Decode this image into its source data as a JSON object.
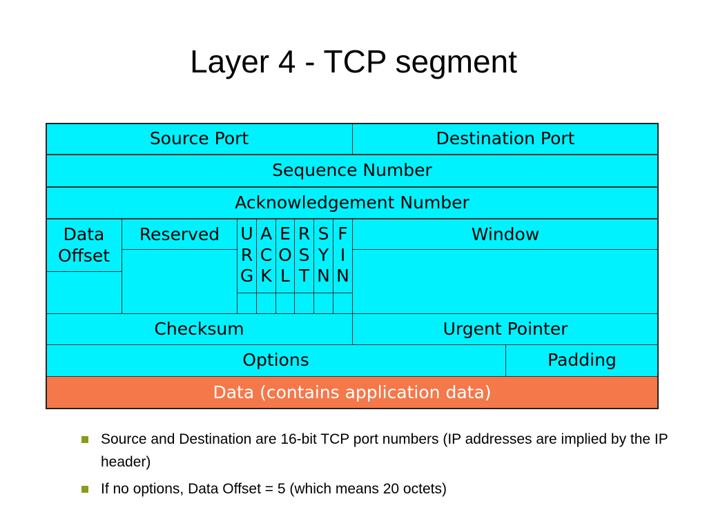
{
  "title": "Layer 4 - TCP segment",
  "diagram": {
    "rows": {
      "source_port": "Source Port",
      "destination_port": "Destination Port",
      "sequence_number": "Sequence Number",
      "acknowledgement_number": "Acknowledgement Number",
      "data_offset": "Data Offset",
      "reserved": "Reserved",
      "window": "Window",
      "checksum": "Checksum",
      "urgent_pointer": "Urgent Pointer",
      "options": "Options",
      "padding": "Padding",
      "data": "Data (contains application data)"
    },
    "flags": [
      {
        "letters": [
          "U",
          "R",
          "G"
        ]
      },
      {
        "letters": [
          "A",
          "C",
          "K"
        ]
      },
      {
        "letters": [
          "E",
          "O",
          "L"
        ]
      },
      {
        "letters": [
          "R",
          "S",
          "T"
        ]
      },
      {
        "letters": [
          "S",
          "Y",
          "N"
        ]
      },
      {
        "letters": [
          "F",
          "I",
          "N"
        ]
      }
    ]
  },
  "colors": {
    "header_field": "#00f2ff",
    "data_field": "#f4784a",
    "bullet": "#8a9a1a"
  },
  "bullets": [
    "Source and Destination are 16-bit TCP port numbers (IP addresses are implied by the IP header)",
    "If no options, Data Offset = 5 (which means 20 octets)"
  ]
}
